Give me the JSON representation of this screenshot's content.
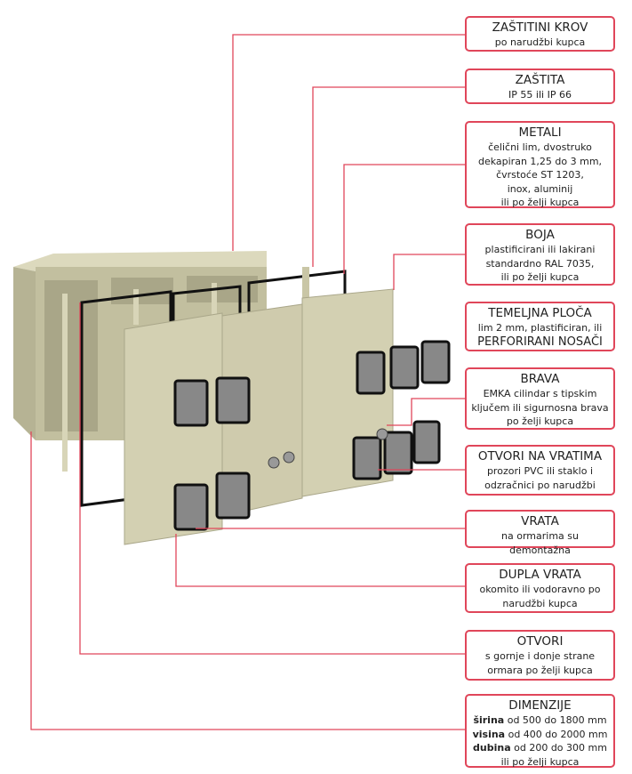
{
  "colors": {
    "accent": "#e0465a",
    "cabinet": "#c9c6a6"
  },
  "callouts": [
    {
      "title": "ZAŠTITINI KROV",
      "lines": [
        "po narudžbi kupca"
      ]
    },
    {
      "title": "ZAŠTITA",
      "lines": [
        "IP 55 ili IP 66"
      ]
    },
    {
      "title": "METALI",
      "lines": [
        "čelični lim, dvostruko",
        "dekapiran 1,25 do 3 mm,",
        "čvrstoće ST 1203,",
        "inox, aluminij",
        "ili po želji kupca"
      ]
    },
    {
      "title": "BOJA",
      "lines": [
        "plastificirani ili lakirani",
        "standardno RAL 7035,",
        "ili po želji kupca"
      ]
    },
    {
      "title": "TEMELJNA PLOČA",
      "lines": [
        "lim 2 mm, plastificiran, ili",
        "PERFORIRANI NOSAČI"
      ]
    },
    {
      "title": "BRAVA",
      "lines": [
        "EMKA cilindar s tipskim",
        "ključem ili sigurnosna brava",
        "po želji kupca"
      ]
    },
    {
      "title": "OTVORI NA VRATIMA",
      "lines": [
        "prozori PVC ili staklo i",
        "odzračnici po narudžbi"
      ]
    },
    {
      "title": "VRATA",
      "lines": [
        "na ormarima su demontažna"
      ]
    },
    {
      "title": "DUPLA VRATA",
      "lines": [
        "okomito ili vodoravno po",
        "narudžbi kupca"
      ]
    },
    {
      "title": "OTVORI",
      "lines": [
        "s gornje i donje strane",
        "ormara po želji kupca"
      ]
    },
    {
      "title": "DIMENZIJE",
      "dims": [
        {
          "label": "širina",
          "text": " od 500 do 1800 mm"
        },
        {
          "label": "visina",
          "text": " od 400 do 2000 mm"
        },
        {
          "label": "dubina",
          "text": " od 200 do 300 mm"
        }
      ],
      "lines": [
        "ili po želji kupca"
      ]
    }
  ]
}
